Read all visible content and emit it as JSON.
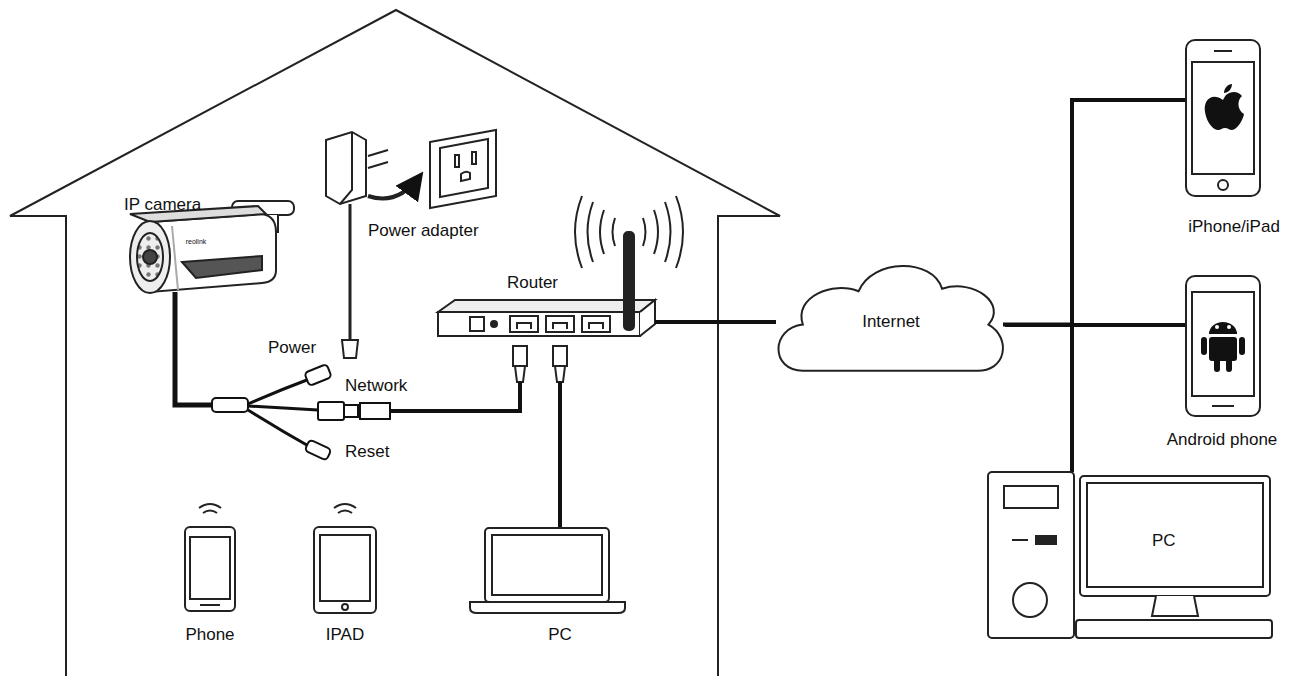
{
  "diagram": {
    "nodes": [
      {
        "text": [
          "Internet"
        ]
      },
      {
        "text": [
          "PC"
        ]
      }
    ],
    "edges": [
      {
        "from": 0,
        "to": 1,
        "arrow": "none"
      }
    ],
    "labels": [
      "IP camera",
      "reolink",
      "Power adapter",
      "Router",
      "Power",
      "Network",
      "Reset",
      "Phone",
      "IPAD",
      "PC",
      "iPhone/iPad",
      "Android phone"
    ]
  }
}
